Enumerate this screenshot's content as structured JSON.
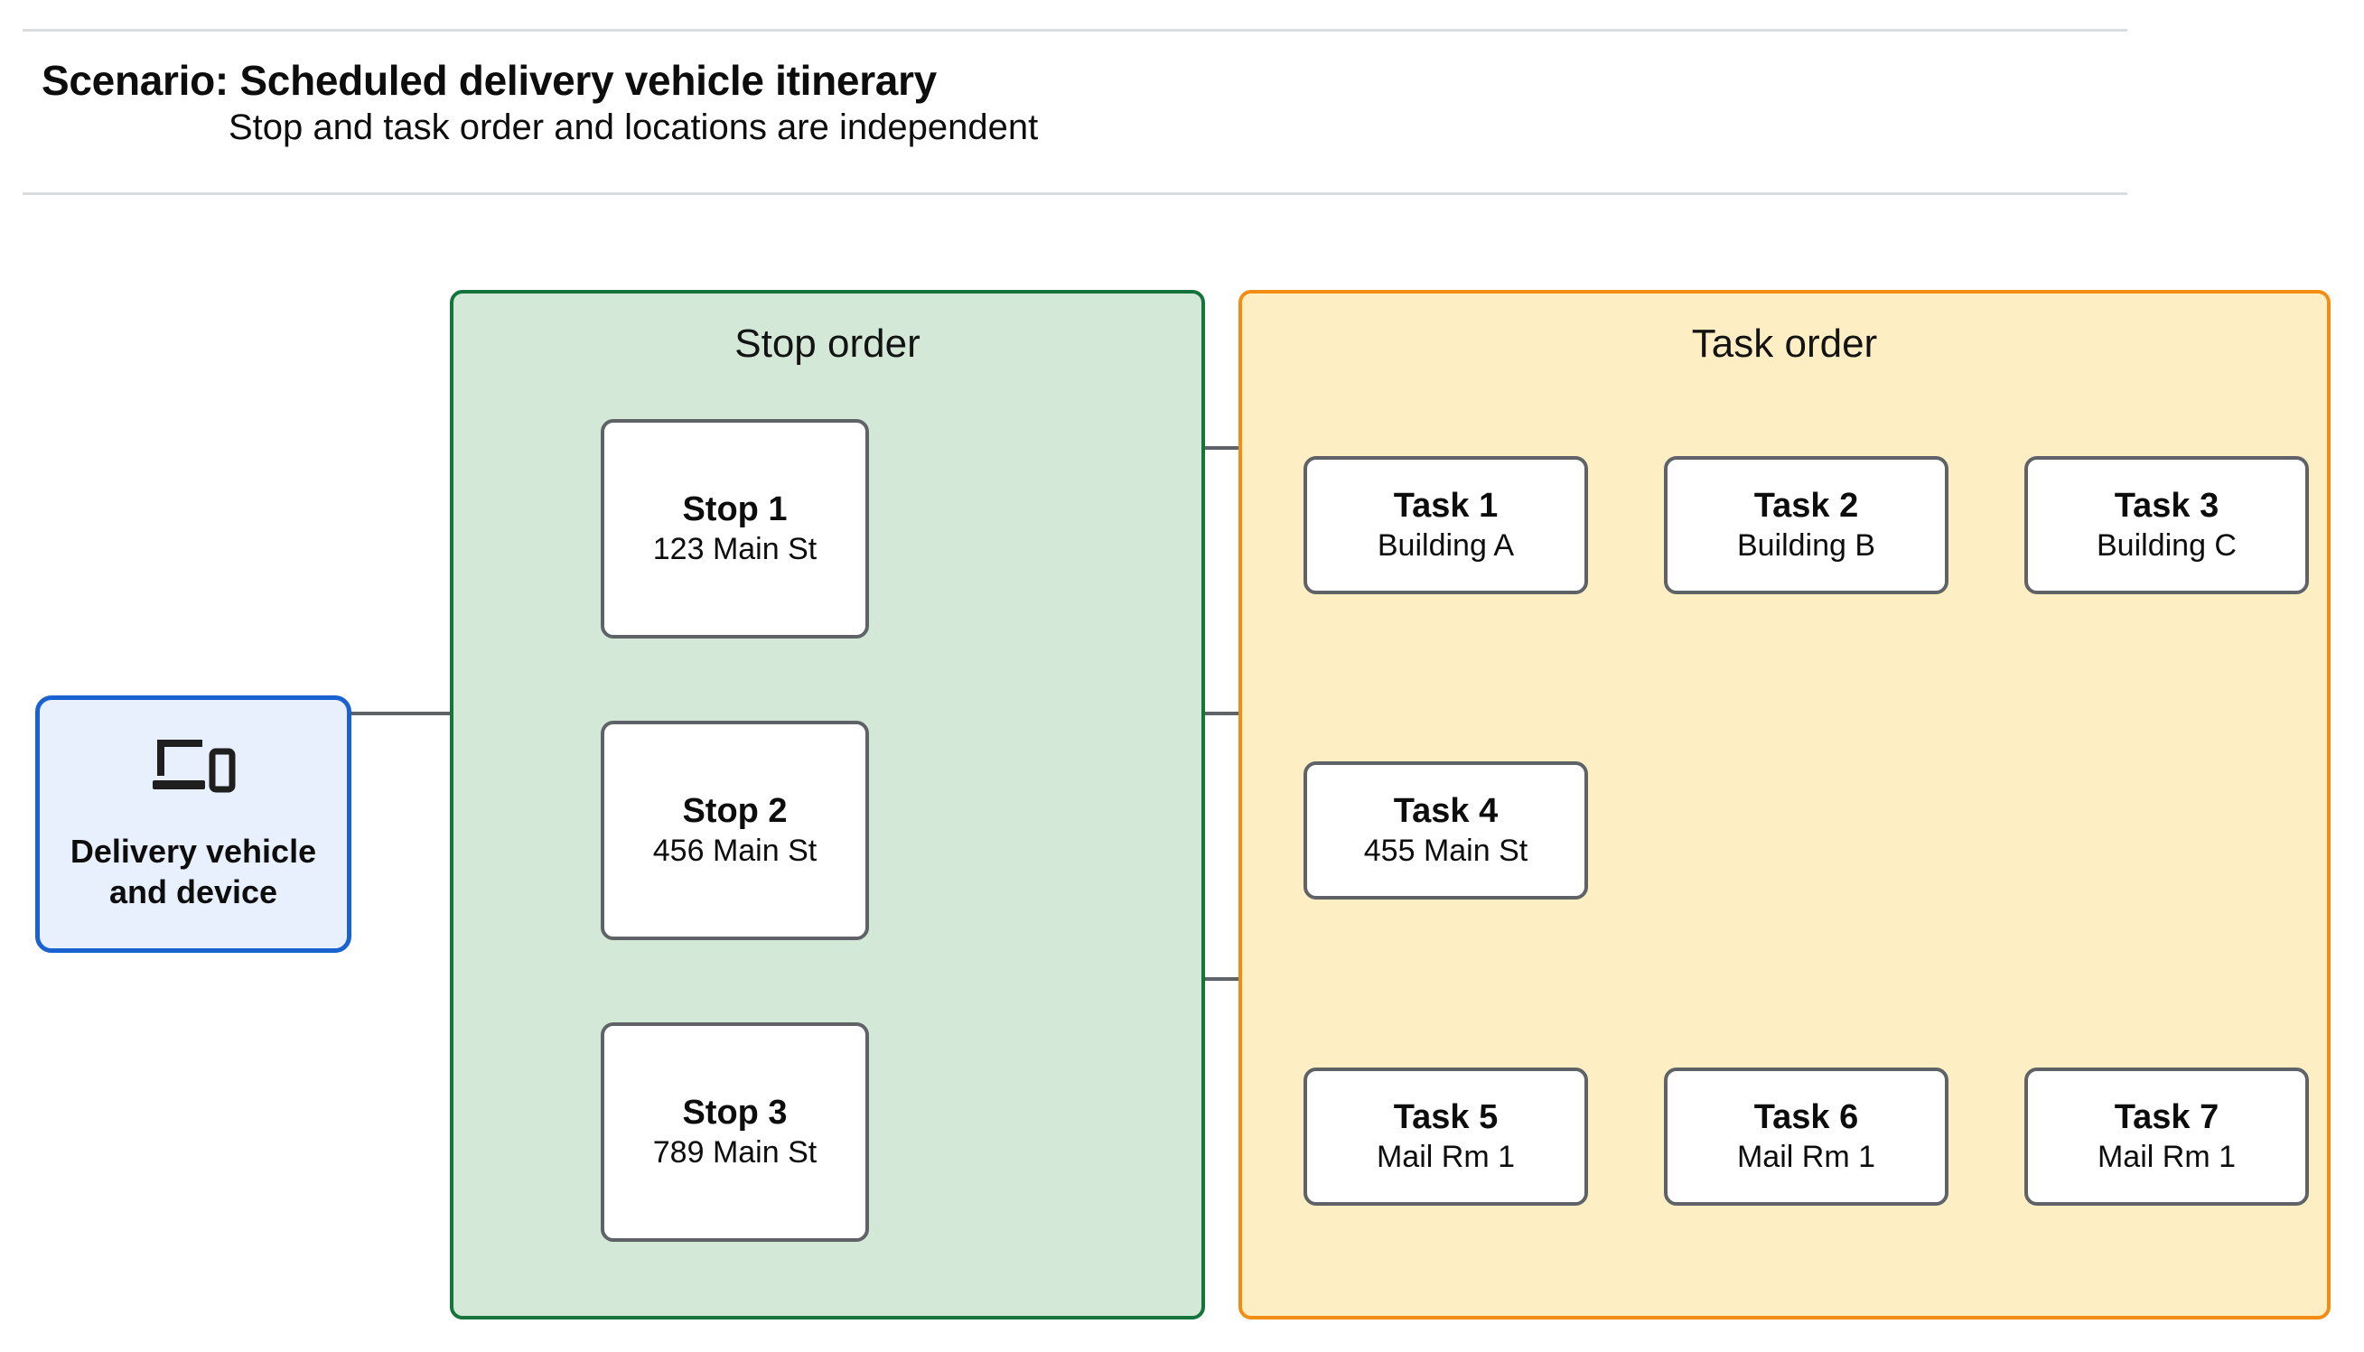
{
  "header": {
    "title": "Scenario: Scheduled delivery vehicle itinerary",
    "subtitle": "Stop and task order and locations are independent"
  },
  "vehicle": {
    "icon": "devices-icon",
    "label_line1": "Delivery vehicle",
    "label_line2": "and device"
  },
  "stop_group": {
    "title": "Stop order",
    "fill_color": "#d3e8d6",
    "border_color": "#14743c",
    "stops": [
      {
        "title": "Stop 1",
        "address": "123 Main St"
      },
      {
        "title": "Stop 2",
        "address": "456 Main St"
      },
      {
        "title": "Stop 3",
        "address": "789 Main St"
      }
    ]
  },
  "task_group": {
    "title": "Task order",
    "fill_color": "#fdeec4",
    "border_color": "#f18d13",
    "rows": [
      {
        "tasks": [
          {
            "title": "Task 1",
            "location": "Building A"
          },
          {
            "title": "Task 2",
            "location": "Building B"
          },
          {
            "title": "Task 3",
            "location": "Building C"
          }
        ]
      },
      {
        "tasks": [
          {
            "title": "Task 4",
            "location": "455 Main St"
          }
        ]
      },
      {
        "tasks": [
          {
            "title": "Task 5",
            "location": "Mail Rm 1"
          },
          {
            "title": "Task 6",
            "location": "Mail Rm 1"
          },
          {
            "title": "Task 7",
            "location": "Mail Rm 1"
          }
        ]
      }
    ]
  },
  "colors": {
    "connector": "#5f6368",
    "node_border": "#5f6368",
    "vehicle_fill": "#e8f0fe",
    "vehicle_border": "#1a62d0",
    "rule": "#dadce0"
  }
}
